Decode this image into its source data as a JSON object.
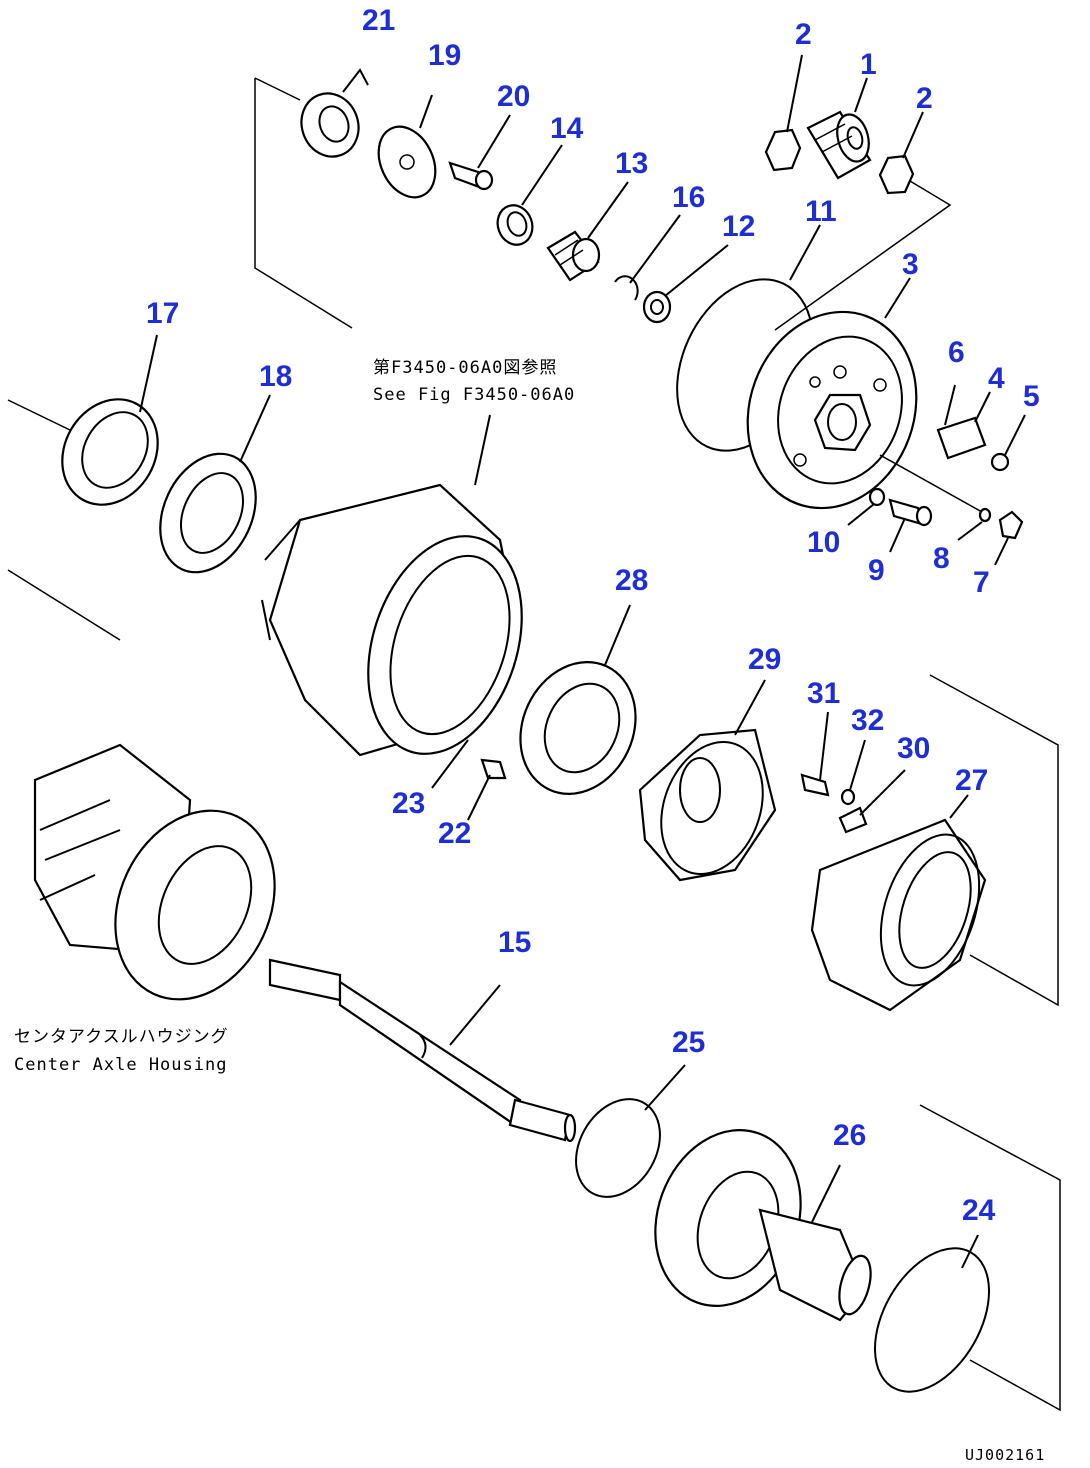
{
  "callouts": [
    {
      "id": "1",
      "label": "1"
    },
    {
      "id": "2a",
      "label": "2"
    },
    {
      "id": "2b",
      "label": "2"
    },
    {
      "id": "3",
      "label": "3"
    },
    {
      "id": "4",
      "label": "4"
    },
    {
      "id": "5",
      "label": "5"
    },
    {
      "id": "6",
      "label": "6"
    },
    {
      "id": "7",
      "label": "7"
    },
    {
      "id": "8",
      "label": "8"
    },
    {
      "id": "9",
      "label": "9"
    },
    {
      "id": "10",
      "label": "10"
    },
    {
      "id": "11",
      "label": "11"
    },
    {
      "id": "12",
      "label": "12"
    },
    {
      "id": "13",
      "label": "13"
    },
    {
      "id": "14",
      "label": "14"
    },
    {
      "id": "15",
      "label": "15"
    },
    {
      "id": "16",
      "label": "16"
    },
    {
      "id": "17",
      "label": "17"
    },
    {
      "id": "18",
      "label": "18"
    },
    {
      "id": "19",
      "label": "19"
    },
    {
      "id": "20",
      "label": "20"
    },
    {
      "id": "21",
      "label": "21"
    },
    {
      "id": "22",
      "label": "22"
    },
    {
      "id": "23",
      "label": "23"
    },
    {
      "id": "24",
      "label": "24"
    },
    {
      "id": "25",
      "label": "25"
    },
    {
      "id": "26",
      "label": "26"
    },
    {
      "id": "27",
      "label": "27"
    },
    {
      "id": "28",
      "label": "28"
    },
    {
      "id": "29",
      "label": "29"
    },
    {
      "id": "30",
      "label": "30"
    },
    {
      "id": "31",
      "label": "31"
    },
    {
      "id": "32",
      "label": "32"
    }
  ],
  "notes": {
    "see_fig_jp": "第F3450-06A0図参照",
    "see_fig_en": "See Fig F3450-06A0",
    "housing_jp": "センタアクスルハウジング",
    "housing_en": "Center Axle Housing"
  },
  "drawing_code": "UJ002161",
  "colors": {
    "callout": "#1e2ed6",
    "line": "#000000",
    "background": "#ffffff"
  }
}
